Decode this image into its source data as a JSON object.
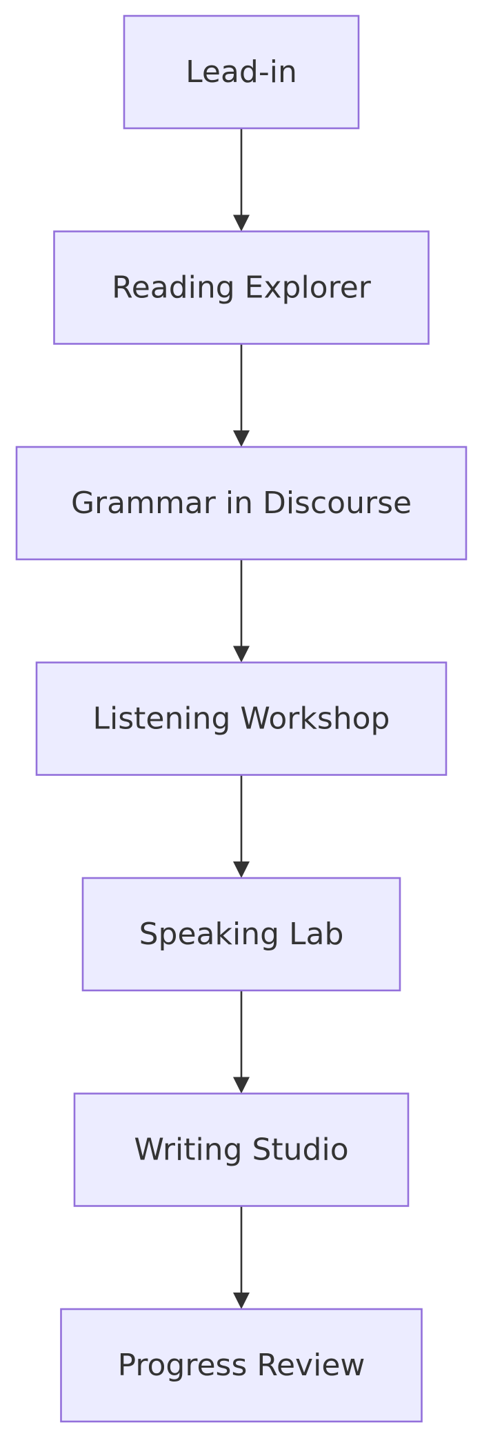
{
  "diagram": {
    "type": "flowchart",
    "direction": "top-to-bottom",
    "colors": {
      "node_fill": "#ececff",
      "node_border": "#9370db",
      "text": "#333333",
      "edge": "#333333"
    },
    "nodes": [
      {
        "id": "lead-in",
        "label": "Lead-in"
      },
      {
        "id": "reading-explorer",
        "label": "Reading Explorer"
      },
      {
        "id": "grammar-in-discourse",
        "label": "Grammar in Discourse"
      },
      {
        "id": "listening-workshop",
        "label": "Listening Workshop"
      },
      {
        "id": "speaking-lab",
        "label": "Speaking Lab"
      },
      {
        "id": "writing-studio",
        "label": "Writing Studio"
      },
      {
        "id": "progress-review",
        "label": "Progress Review"
      }
    ],
    "edges": [
      {
        "from": "lead-in",
        "to": "reading-explorer"
      },
      {
        "from": "reading-explorer",
        "to": "grammar-in-discourse"
      },
      {
        "from": "grammar-in-discourse",
        "to": "listening-workshop"
      },
      {
        "from": "listening-workshop",
        "to": "speaking-lab"
      },
      {
        "from": "speaking-lab",
        "to": "writing-studio"
      },
      {
        "from": "writing-studio",
        "to": "progress-review"
      }
    ]
  }
}
